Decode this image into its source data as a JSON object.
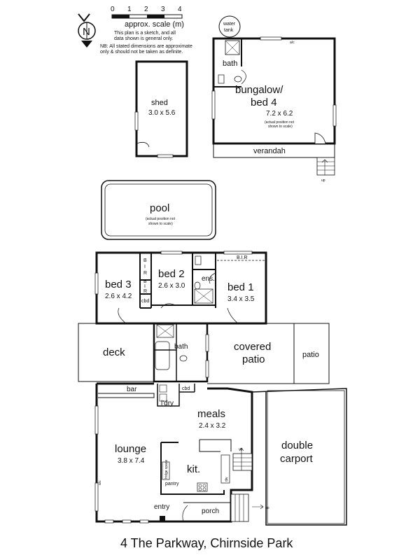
{
  "title": "4 The Parkway, Chirnside Park",
  "compass": {
    "letter": "N"
  },
  "scale": {
    "label": "approx. scale (m)",
    "ticks": [
      "0",
      "1",
      "2",
      "3",
      "4"
    ]
  },
  "notes": {
    "line1": "This plan is a sketch, and all",
    "line2": "data shown is general only.",
    "line3": "NB: All stated dimensions are approximate",
    "line4": "only & should not be taken as definite."
  },
  "rooms": {
    "water_tank_1": "water",
    "water_tank_2": "tank",
    "bath_bungalow": "bath",
    "ac_bungalow": "a/c",
    "bungalow_1": "bungalow/",
    "bungalow_2": "bed 4",
    "bungalow_dim": "7.2 x 6.2",
    "bungalow_note1": "(actual position not",
    "bungalow_note2": "shown to scale)",
    "verandah": "verandah",
    "up_bungalow": "up",
    "shed": "shed",
    "shed_dim": "3.0 x 5.6",
    "pool": "pool",
    "pool_note1": "(actual position not",
    "pool_note2": "shown to scale)",
    "bed3": "bed 3",
    "bed3_dim": "2.6 x 4.2",
    "bed2": "bed 2",
    "bed2_dim": "2.6 x 3.0",
    "bed1": "bed 1",
    "bed1_dim": "3.4 x 3.5",
    "bir1a": "B",
    "bir1b": "I",
    "bir1c": "R",
    "bir2a": "B",
    "bir2b": "I",
    "bir2c": "R",
    "bir_bed1": "B.I.R",
    "cbd_bed": "cbd",
    "ens": "ens.",
    "deck": "deck",
    "bath": "bath",
    "covered_1": "covered",
    "covered_2": "patio",
    "patio": "patio",
    "bar": "bar",
    "cbd_laundry": "cbd",
    "laundry": "l'dry",
    "meals": "meals",
    "meals_dim": "2.4 x 3.2",
    "lounge": "lounge",
    "lounge_dim": "3.8 x 7.4",
    "kit": "kit.",
    "pantry": "pantry",
    "fridge": "fridge space",
    "dw": "dw",
    "ac_lounge": "a/c",
    "entry": "entry",
    "porch": "porch",
    "up_kit": "up",
    "up_porch": "up",
    "double": "double",
    "carport": "carport"
  }
}
